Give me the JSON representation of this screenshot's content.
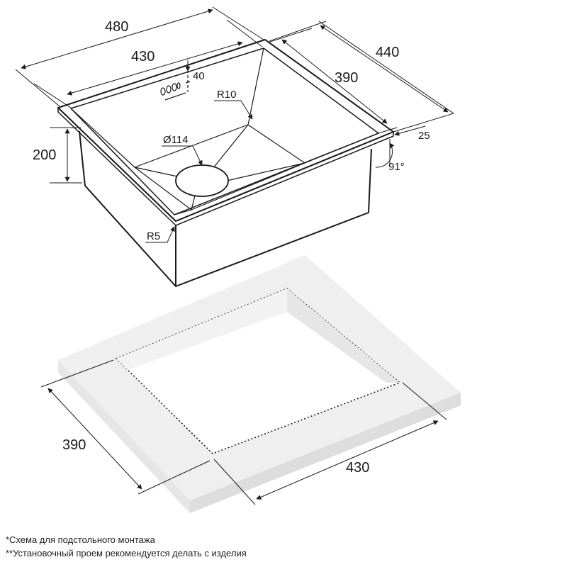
{
  "sink": {
    "dims": {
      "outer_length": "480",
      "inner_length": "430",
      "outer_width": "440",
      "inner_width": "390",
      "depth": "200",
      "faucet_hole_offset": "40",
      "corner_radius_inner": "R10",
      "drain_diameter": "Ø114",
      "corner_radius_top": "R5",
      "rim_width": "25",
      "angle": "91°"
    }
  },
  "cutout": {
    "dims": {
      "width": "390",
      "length": "430"
    }
  },
  "notes": [
    "*Схема для подстольного монтажа",
    "**Установочный проем рекомендуется делать с изделия"
  ],
  "colors": {
    "line": "#1a1a1a",
    "countertop_top": "#eeeeee",
    "countertop_side": "#e3e3e3"
  }
}
